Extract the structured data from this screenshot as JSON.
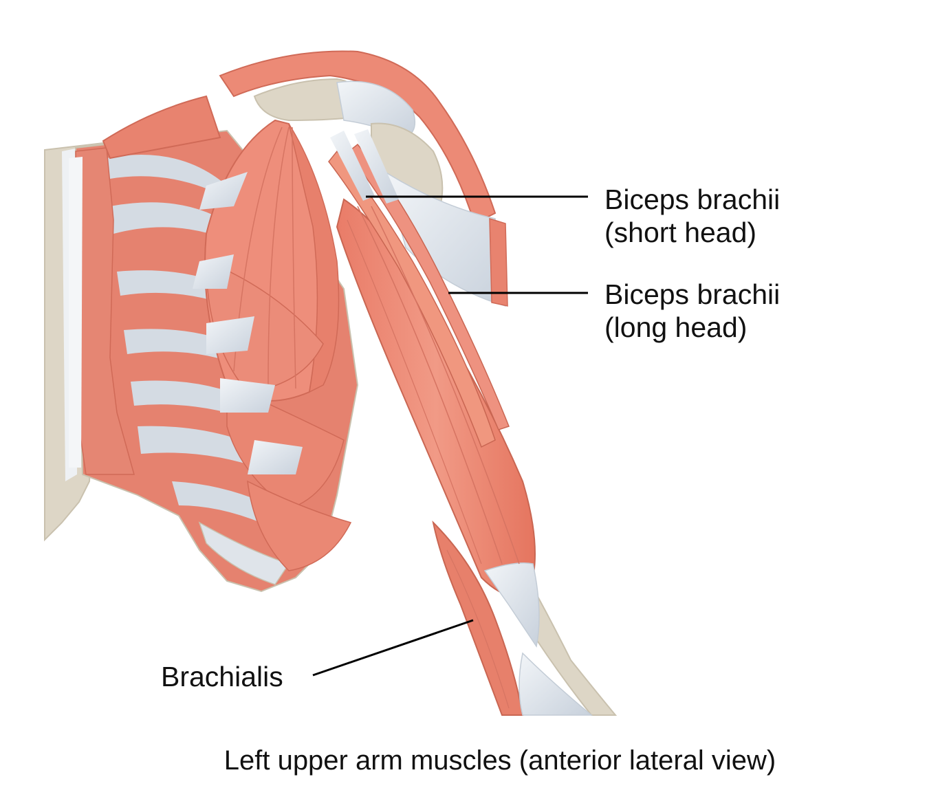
{
  "labels": {
    "biceps_short": {
      "line1": "Biceps brachii",
      "line2": "(short head)"
    },
    "biceps_long": {
      "line1": "Biceps brachii",
      "line2": "(long head)"
    },
    "brachialis": "Brachialis"
  },
  "caption": "Left upper arm muscles (anterior lateral view)",
  "colors": {
    "muscle": "#ec8b78",
    "muscle_dark": "#d9705e",
    "muscle_light": "#f4a898",
    "tendon": "#dfe4ea",
    "bone": "#ddd6c6",
    "bone_outline": "#c9c1ae",
    "leader_line": "#000000",
    "text": "#111111"
  }
}
